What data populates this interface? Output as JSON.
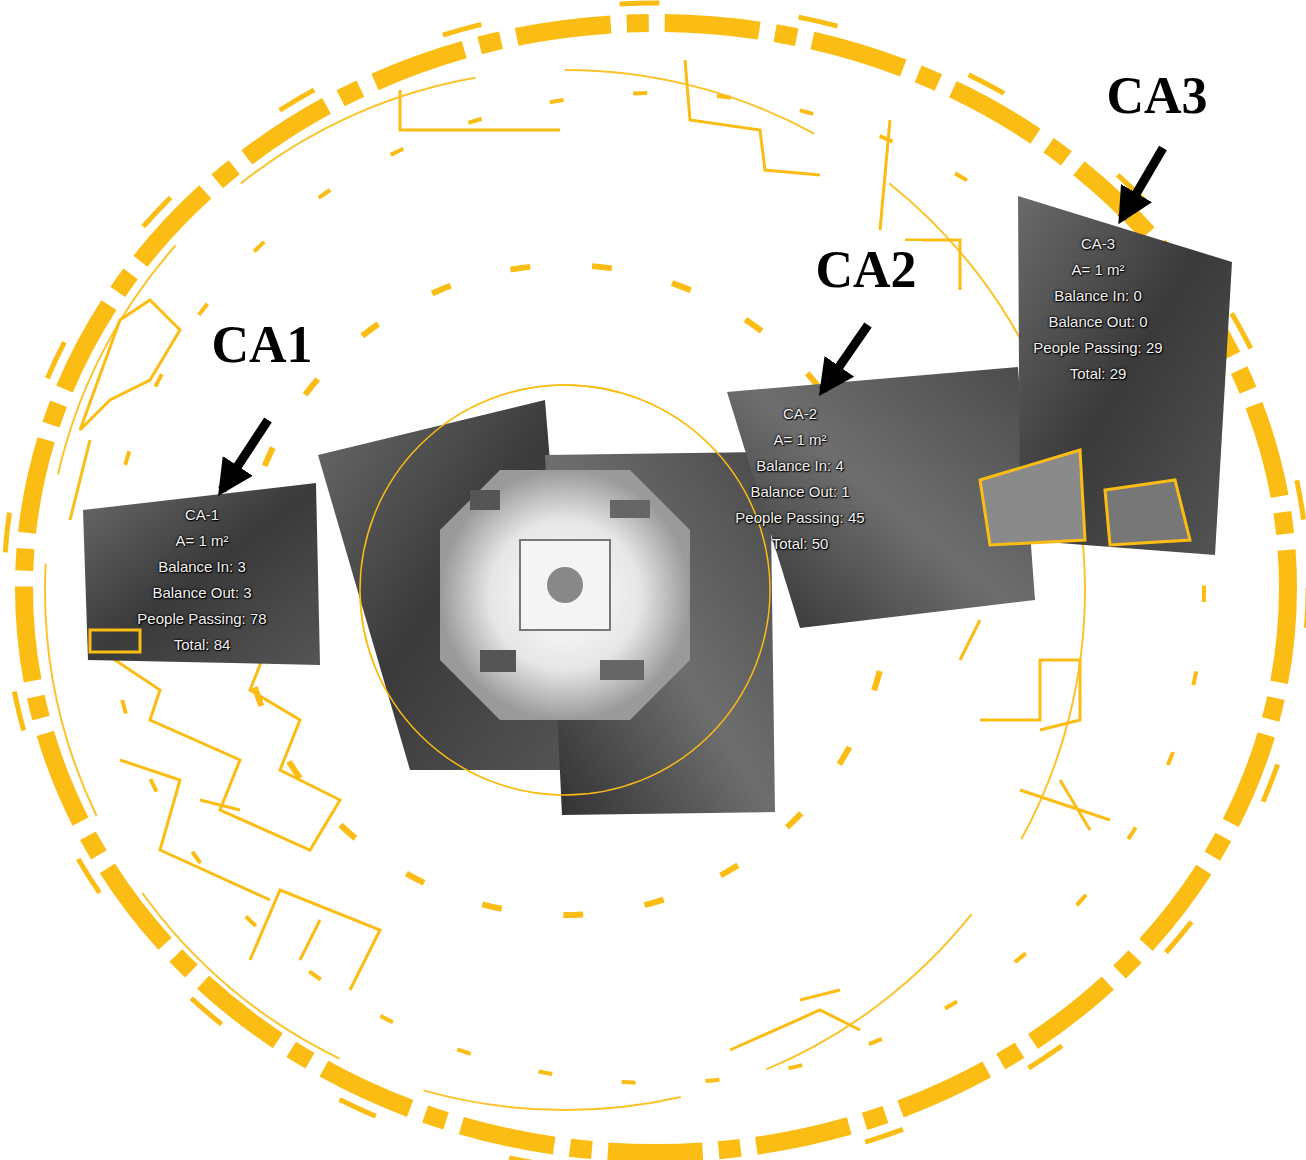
{
  "diagram": {
    "nodes": [
      {
        "text": [
          "CA-1",
          "A= 1 m²",
          "Balance In: 3",
          "Balance Out: 3",
          "People Passing: 78",
          "Total: 84"
        ]
      },
      {
        "text": [
          "CA-2",
          "A= 1 m²",
          "Balance In: 4",
          "Balance Out: 1",
          "People Passing: 45",
          "Total: 50"
        ]
      },
      {
        "text": [
          "CA-3",
          "A= 1 m²",
          "Balance In: 0",
          "Balance Out: 0",
          "People Passing: 29",
          "Total: 29"
        ]
      }
    ],
    "labels": [
      "CA1",
      "CA2",
      "CA3"
    ]
  }
}
